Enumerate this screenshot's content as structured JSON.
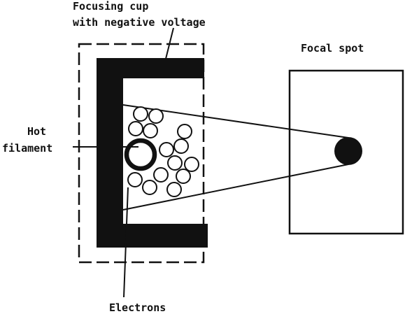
{
  "labels": {
    "focusing_cup_line1": "Focusing cup",
    "focusing_cup_line2": "with negative voltage",
    "focal_spot": "Focal spot",
    "hot_line1": "Hot",
    "hot_line2": "filament",
    "electrons": "Electrons"
  },
  "colors": {
    "ink": "#111111",
    "background": "#ffffff"
  }
}
